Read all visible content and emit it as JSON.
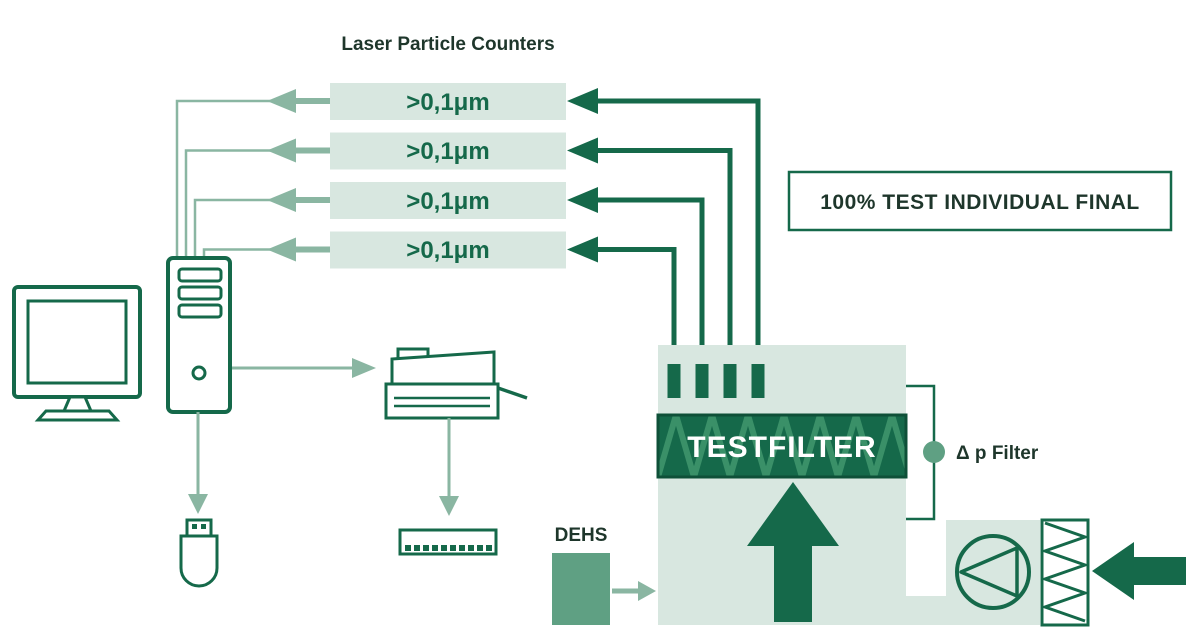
{
  "title": "Laser Particle Counters",
  "counters": [
    {
      "label": ">0,1μm"
    },
    {
      "label": ">0,1μm"
    },
    {
      "label": ">0,1μm"
    },
    {
      "label": ">0,1μm"
    }
  ],
  "badge": {
    "label": "100% TEST INDIVIDUAL FINAL"
  },
  "chamber": {
    "filter_label": "TESTFILTER",
    "dp_label": "Δ p Filter"
  },
  "dehs": {
    "label": "DEHS"
  },
  "icons": [
    "monitor-icon",
    "computer-tower-icon",
    "printer-icon",
    "usb-drive-icon",
    "memory-module-icon",
    "fan-icon",
    "prefilter-icon",
    "up-arrow-icon",
    "left-arrow-icon"
  ],
  "colors": {
    "dark_green": "#15694a",
    "light_green": "#d8e7e0",
    "mid_green": "#5fa083",
    "arrow_green": "#8ab6a2",
    "label_dark": "#1e362b"
  }
}
